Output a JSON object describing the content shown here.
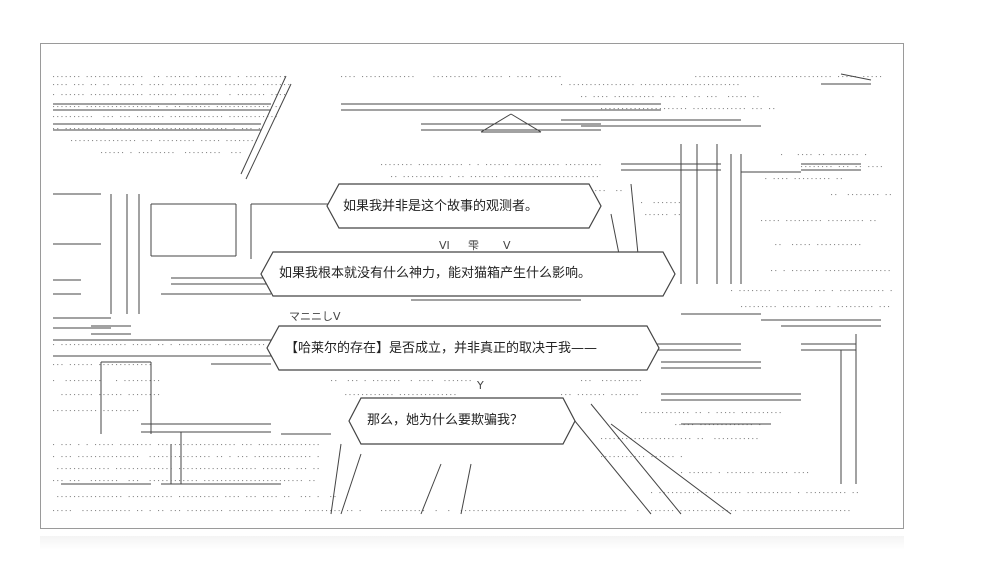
{
  "panel": {
    "speech_bubbles": [
      "如果我并非是这个故事的观测者。",
      "如果我根本就没有什么神力，能对猫箱产生什么影响。",
      "【哈莱尔的存在】是否成立，并非真正的取决于我——",
      "那么，她为什么要欺骗我？"
    ],
    "art_fragments": [
      "VI",
      "雫",
      "V",
      "マニニしV",
      "Y"
    ]
  },
  "colors": {
    "ink": "#333333",
    "dots": "#8a8a8a",
    "frame": "#9a9a9a",
    "bubble_fill": "#ffffff"
  }
}
